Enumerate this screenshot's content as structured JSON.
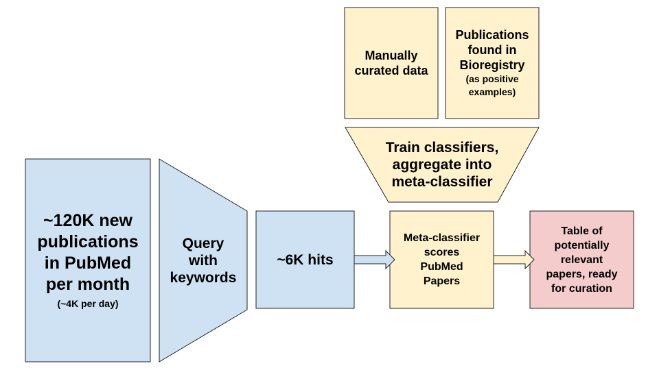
{
  "colors": {
    "blue_fill": "#cfe2f3",
    "yellow_fill": "#fff2cc",
    "pink_fill": "#f4cccc",
    "stroke": "#222222"
  },
  "nodes": {
    "pubmed": {
      "lines": [
        "~120K new",
        "publications",
        "in PubMed",
        "per month"
      ],
      "note": "(~4K per day)"
    },
    "query": {
      "lines": [
        "Query",
        "with",
        "keywords"
      ]
    },
    "hits": {
      "label": "~6K hits"
    },
    "manual": {
      "lines": [
        "Manually",
        "curated data"
      ]
    },
    "bioregistry": {
      "lines": [
        "Publications",
        "found in",
        "Bioregistry"
      ],
      "note_lines": [
        "(as positive",
        "examples)"
      ]
    },
    "train": {
      "lines": [
        "Train classifiers,",
        "aggregate into",
        "meta-classifier"
      ]
    },
    "meta": {
      "lines": [
        "Meta-classifier",
        "scores",
        "PubMed",
        "Papers"
      ]
    },
    "table": {
      "lines": [
        "Table of",
        "potentially",
        "relevant",
        "papers, ready",
        "for curation"
      ]
    }
  }
}
